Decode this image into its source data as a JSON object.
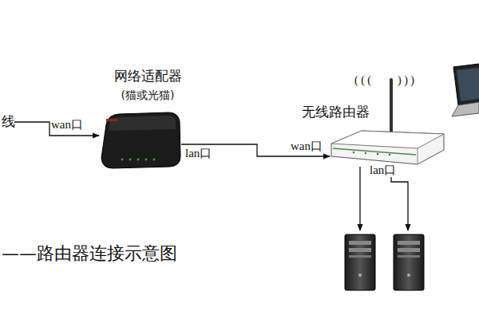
{
  "diagram": {
    "title": "——路由器连接示意图",
    "nodes": [
      {
        "text": [
          "网络适配器",
          "(猫或光猫)"
        ]
      },
      {
        "text": [
          "无线路由器"
        ]
      }
    ],
    "edges": [
      {
        "from": 0,
        "to": 1,
        "arrow": "to"
      }
    ],
    "labels": [
      "线",
      "wan口",
      "lan口",
      "wan口",
      "lan口",
      "( ( (",
      ") ) )"
    ]
  }
}
